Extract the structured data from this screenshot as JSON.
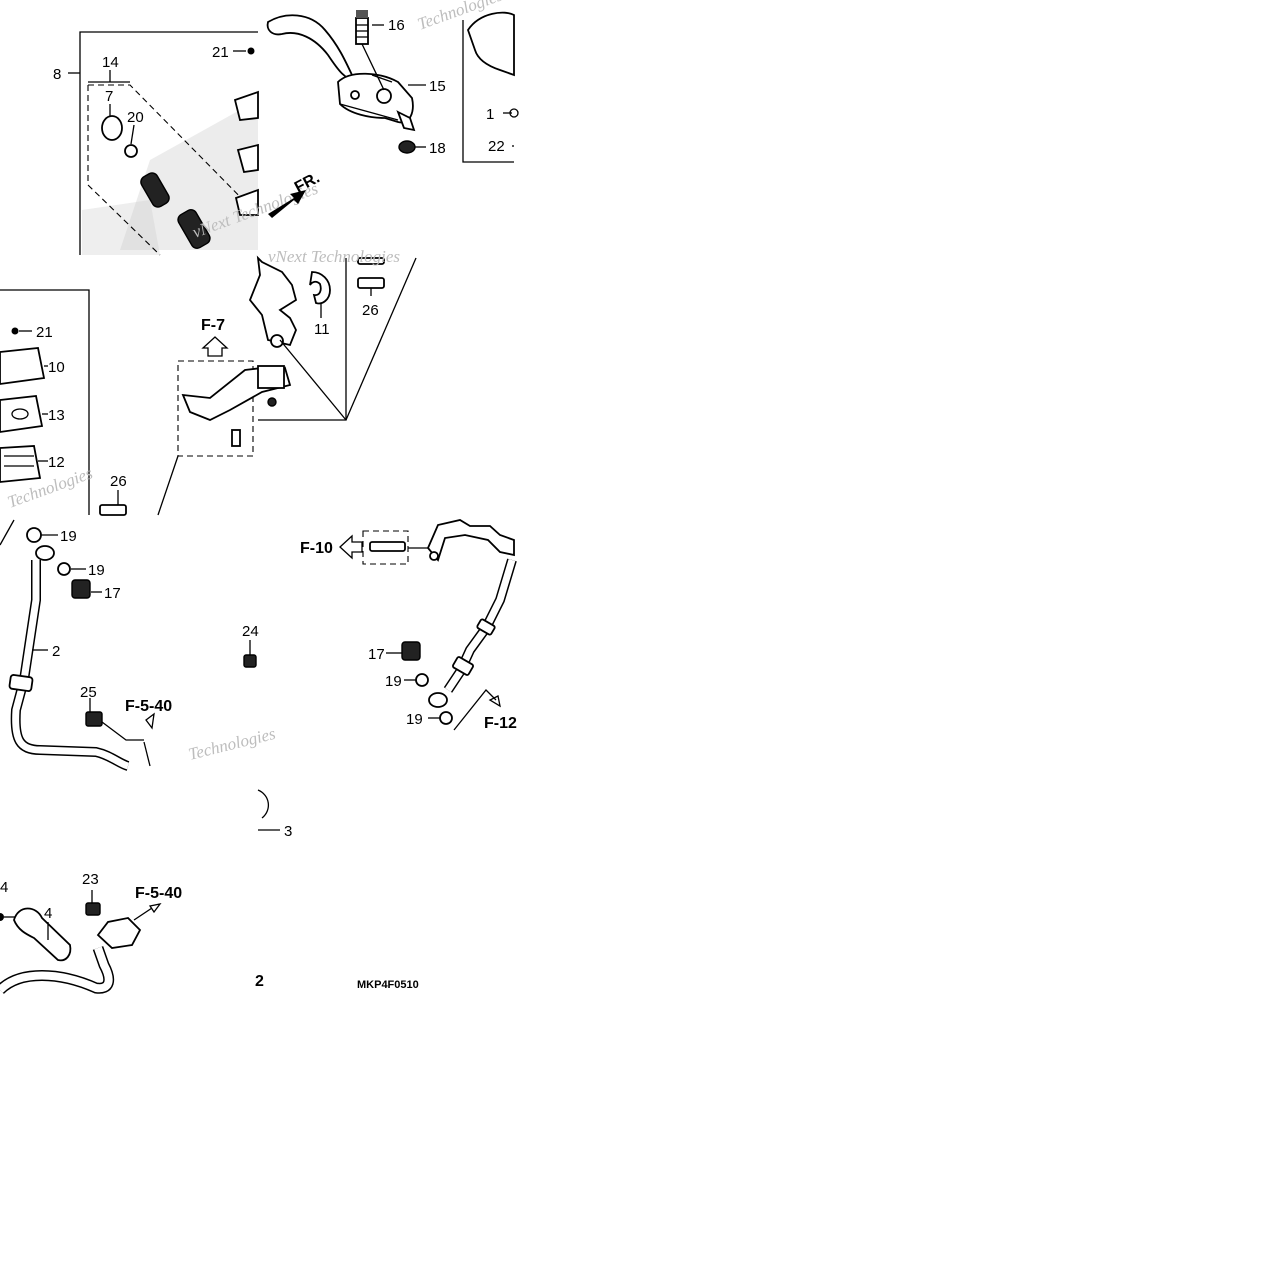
{
  "diagram": {
    "callouts": {
      "c1": "1",
      "c2": "2",
      "c3": "3",
      "c4a": "4",
      "c4b": "4",
      "c7": "7",
      "c8": "8",
      "c10": "10",
      "c11": "11",
      "c12": "12",
      "c13": "13",
      "c14": "14",
      "c15": "15",
      "c16": "16",
      "c17a": "17",
      "c17b": "17",
      "c18": "18",
      "c19a": "19",
      "c19b": "19",
      "c19c": "19",
      "c19d": "19",
      "c20": "20",
      "c21a": "21",
      "c21b": "21",
      "c22": "22",
      "c23": "23",
      "c24": "24",
      "c25": "25",
      "c26a": "26",
      "c26b": "26",
      "c2b": "2"
    },
    "references": {
      "fr": "FR.",
      "f7": "F-7",
      "f10": "F-10",
      "f12": "F-12",
      "f540a": "F-5-40",
      "f540b": "F-5-40"
    },
    "diagram_code": "MKP4F0510",
    "watermarks": {
      "w1": "vNext Technologies",
      "w2": "Technologies",
      "w3": "Technologies",
      "w4": "vNext Technologies",
      "w5": "Technologies"
    }
  }
}
